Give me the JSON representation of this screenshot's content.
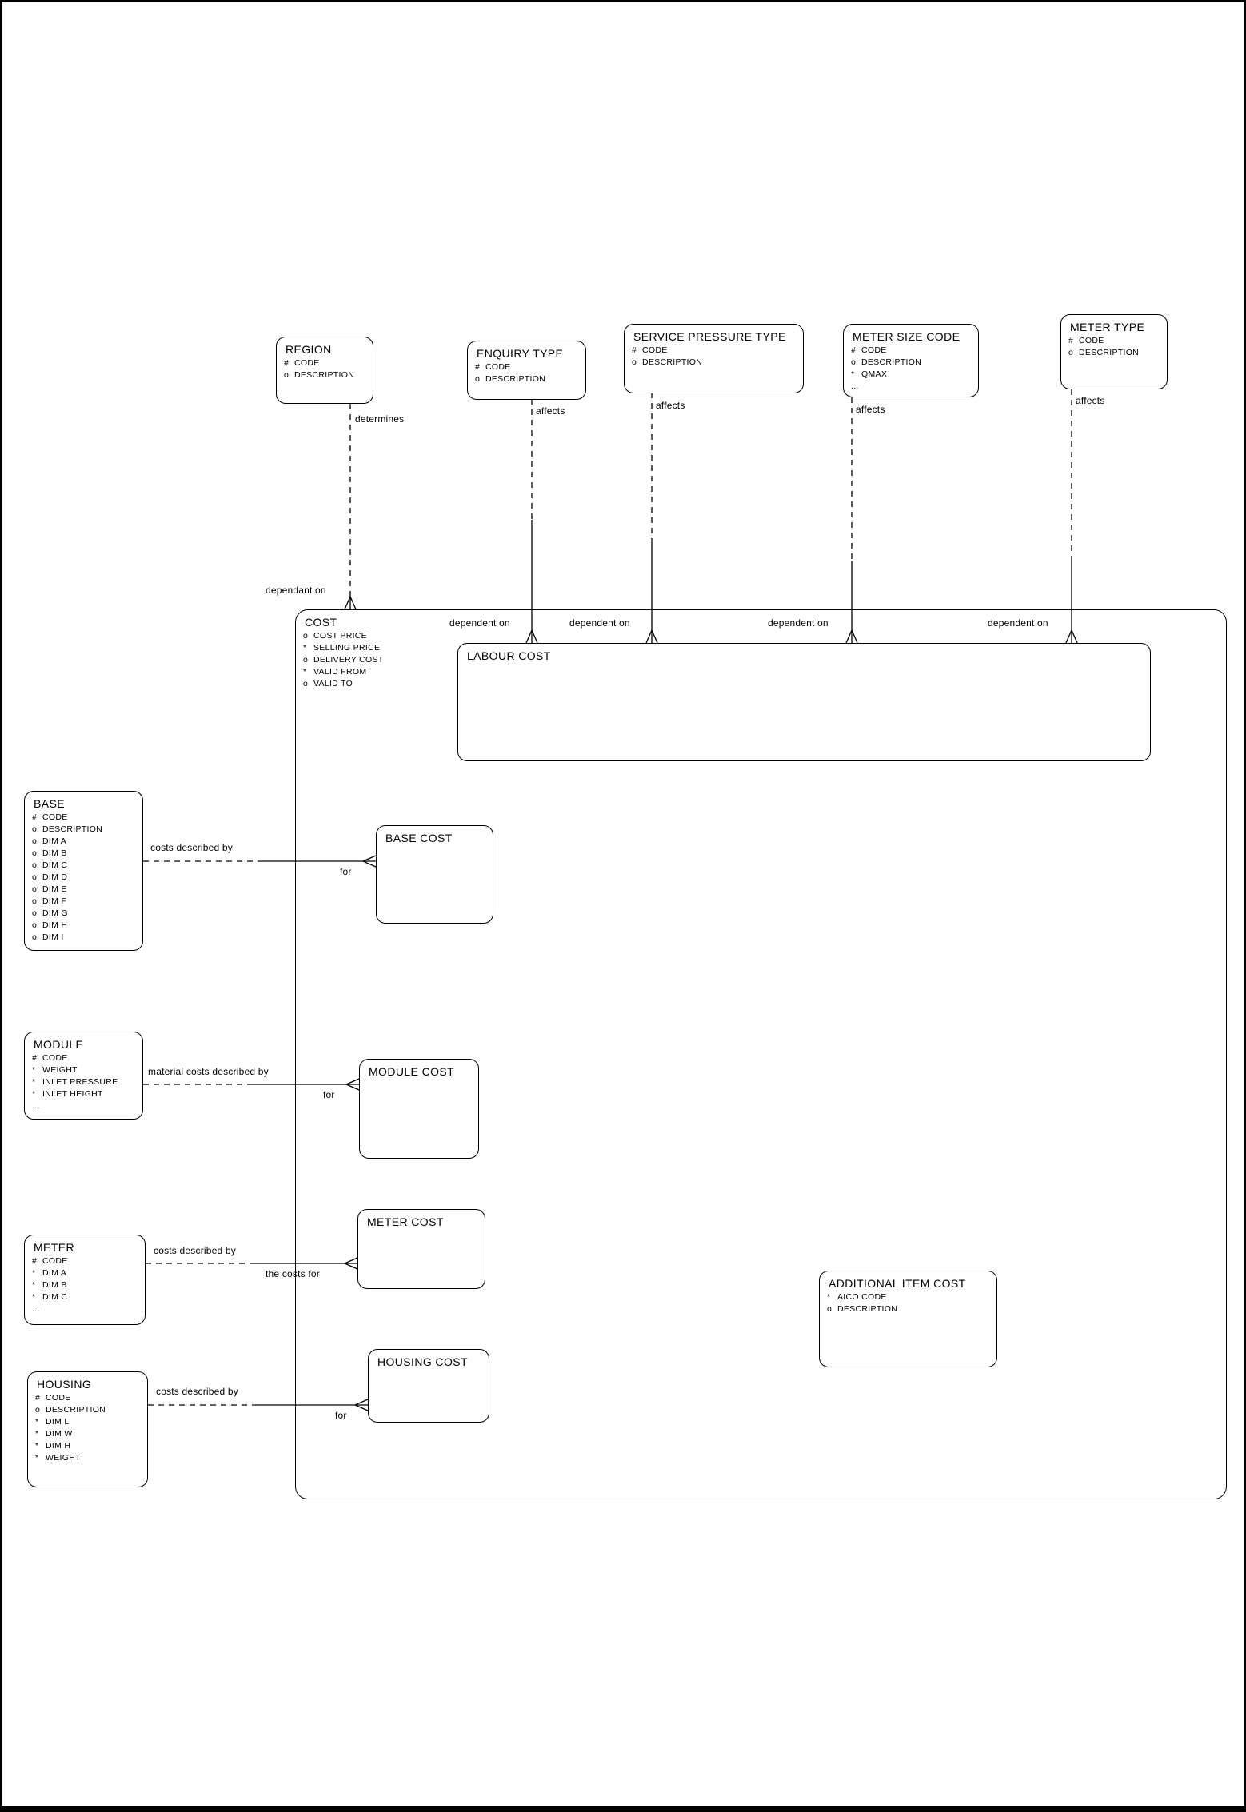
{
  "diagram": {
    "title": "Cost entity relationship diagram",
    "colors": {
      "line": "#000000",
      "background": "#ffffff",
      "text": "#000000"
    },
    "entities": [
      {
        "id": "region",
        "title": "REGION",
        "attrs": [
          [
            "#",
            "CODE"
          ],
          [
            "o",
            "DESCRIPTION"
          ]
        ]
      },
      {
        "id": "enquiry-type",
        "title": "ENQUIRY TYPE",
        "attrs": [
          [
            "#",
            "CODE"
          ],
          [
            "o",
            "DESCRIPTION"
          ]
        ]
      },
      {
        "id": "service-pressure-type",
        "title": "SERVICE PRESSURE TYPE",
        "attrs": [
          [
            "#",
            "CODE"
          ],
          [
            "o",
            "DESCRIPTION"
          ]
        ]
      },
      {
        "id": "meter-size-code",
        "title": "METER SIZE CODE",
        "attrs": [
          [
            "#",
            "CODE"
          ],
          [
            "o",
            "DESCRIPTION"
          ],
          [
            "*",
            "QMAX"
          ],
          "..."
        ]
      },
      {
        "id": "meter-type",
        "title": "METER TYPE",
        "attrs": [
          [
            "#",
            "CODE"
          ],
          [
            "o",
            "DESCRIPTION"
          ]
        ]
      },
      {
        "id": "cost",
        "title": "COST",
        "attrs": [
          [
            "o",
            "COST PRICE"
          ],
          [
            "*",
            "SELLING PRICE"
          ],
          [
            "o",
            "DELIVERY COST"
          ],
          [
            "*",
            "VALID FROM"
          ],
          [
            "o",
            "VALID TO"
          ]
        ]
      },
      {
        "id": "labour-cost",
        "title": "LABOUR COST",
        "attrs": []
      },
      {
        "id": "base",
        "title": "BASE",
        "attrs": [
          [
            "#",
            "CODE"
          ],
          [
            "o",
            "DESCRIPTION"
          ],
          [
            "o",
            "DIM A"
          ],
          [
            "o",
            "DIM B"
          ],
          [
            "o",
            "DIM C"
          ],
          [
            "o",
            "DIM D"
          ],
          [
            "o",
            "DIM E"
          ],
          [
            "o",
            "DIM F"
          ],
          [
            "o",
            "DIM G"
          ],
          [
            "o",
            "DIM H"
          ],
          [
            "o",
            "DIM I"
          ]
        ]
      },
      {
        "id": "base-cost",
        "title": "BASE COST",
        "attrs": []
      },
      {
        "id": "module",
        "title": "MODULE",
        "attrs": [
          [
            "#",
            "CODE"
          ],
          [
            "*",
            "WEIGHT"
          ],
          [
            "*",
            "INLET PRESSURE"
          ],
          [
            "*",
            "INLET HEIGHT"
          ],
          "..."
        ]
      },
      {
        "id": "module-cost",
        "title": "MODULE COST",
        "attrs": []
      },
      {
        "id": "meter",
        "title": "METER",
        "attrs": [
          [
            "#",
            "CODE"
          ],
          [
            "*",
            "DIM A"
          ],
          [
            "*",
            "DIM B"
          ],
          [
            "*",
            "DIM C"
          ],
          "..."
        ]
      },
      {
        "id": "meter-cost",
        "title": "METER COST",
        "attrs": []
      },
      {
        "id": "housing",
        "title": "HOUSING",
        "attrs": [
          [
            "#",
            "CODE"
          ],
          [
            "o",
            "DESCRIPTION"
          ],
          [
            "*",
            "DIM L"
          ],
          [
            "*",
            "DIM W"
          ],
          [
            "*",
            "DIM H"
          ],
          [
            "*",
            "WEIGHT"
          ]
        ]
      },
      {
        "id": "housing-cost",
        "title": "HOUSING COST",
        "attrs": []
      },
      {
        "id": "additional-item-cost",
        "title": "ADDITIONAL ITEM COST",
        "attrs": [
          [
            "*",
            "AICO CODE"
          ],
          [
            "o",
            "DESCRIPTION"
          ]
        ]
      }
    ],
    "relationships": [
      {
        "name": "region-to-cost",
        "near_label": "determines",
        "far_label": "dependant on"
      },
      {
        "name": "enquiry-type-to-labour-cost",
        "near_label": "affects",
        "far_label": "dependent on"
      },
      {
        "name": "service-pressure-type-to-labour-cost",
        "near_label": "affects",
        "far_label": "dependent on"
      },
      {
        "name": "meter-size-code-to-labour-cost",
        "near_label": "affects",
        "far_label": "dependent on"
      },
      {
        "name": "meter-type-to-labour-cost",
        "near_label": "affects",
        "far_label": "dependent on"
      },
      {
        "name": "base-to-base-cost",
        "near_label": "costs described by",
        "far_label": "for"
      },
      {
        "name": "module-to-module-cost",
        "near_label": "material costs described by",
        "far_label": "for"
      },
      {
        "name": "meter-to-meter-cost",
        "near_label": "costs described by",
        "far_label": "the costs for"
      },
      {
        "name": "housing-to-housing-cost",
        "near_label": "costs described by",
        "far_label": "for"
      }
    ]
  }
}
